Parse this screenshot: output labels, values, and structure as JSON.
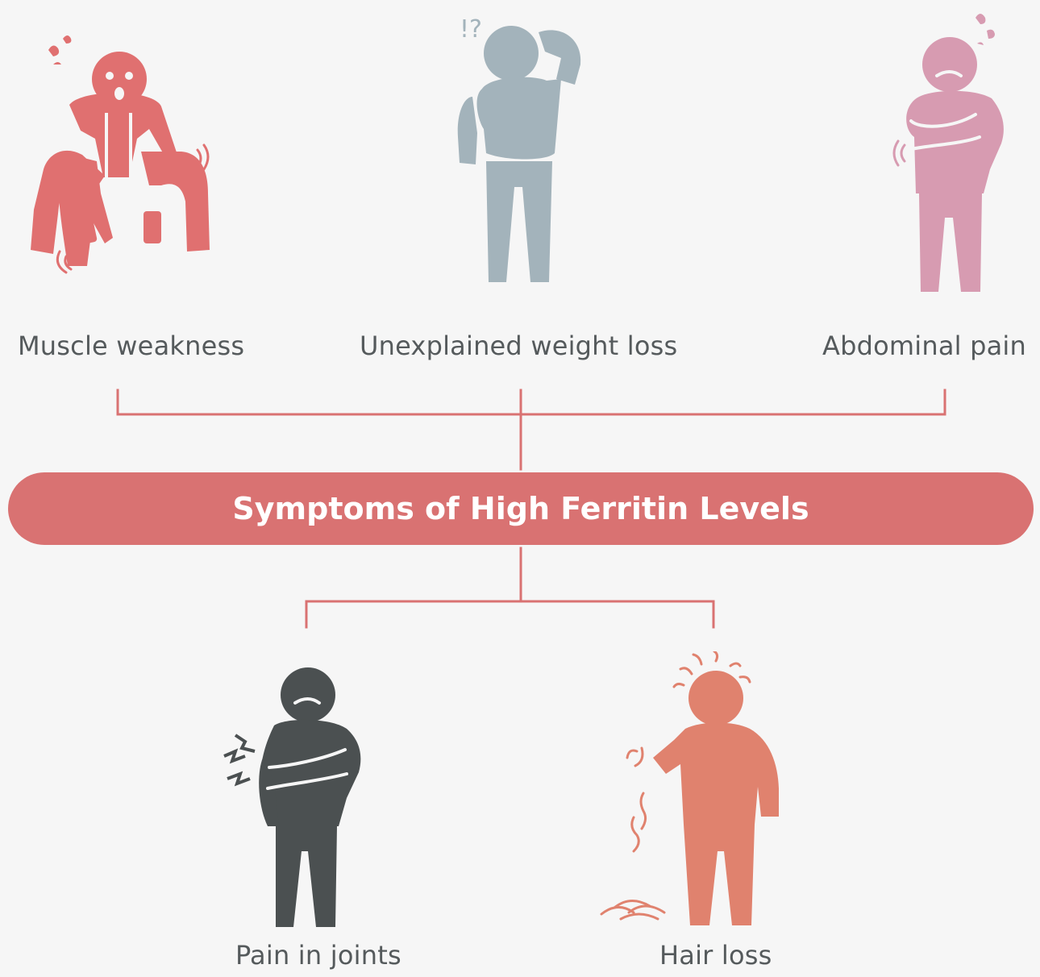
{
  "title": "Symptoms of High Ferritin Levels",
  "colors": {
    "background": "#f6f6f6",
    "accent": "#d97272",
    "label_text": "#555a5c",
    "title_text": "#ffffff"
  },
  "symptoms": [
    {
      "label": "Muscle weakness",
      "icon": "tired-person-icon",
      "color": "#e07070"
    },
    {
      "label": "Unexplained weight loss",
      "icon": "confused-person-icon",
      "color": "#a3b3bb"
    },
    {
      "label": "Abdominal pain",
      "icon": "stomach-ache-person-icon",
      "color": "#d79bb1"
    },
    {
      "label": "Pain in joints",
      "icon": "joint-pain-person-icon",
      "color": "#4b5051"
    },
    {
      "label": "Hair loss",
      "icon": "hair-loss-person-icon",
      "color": "#e0826e"
    }
  ]
}
